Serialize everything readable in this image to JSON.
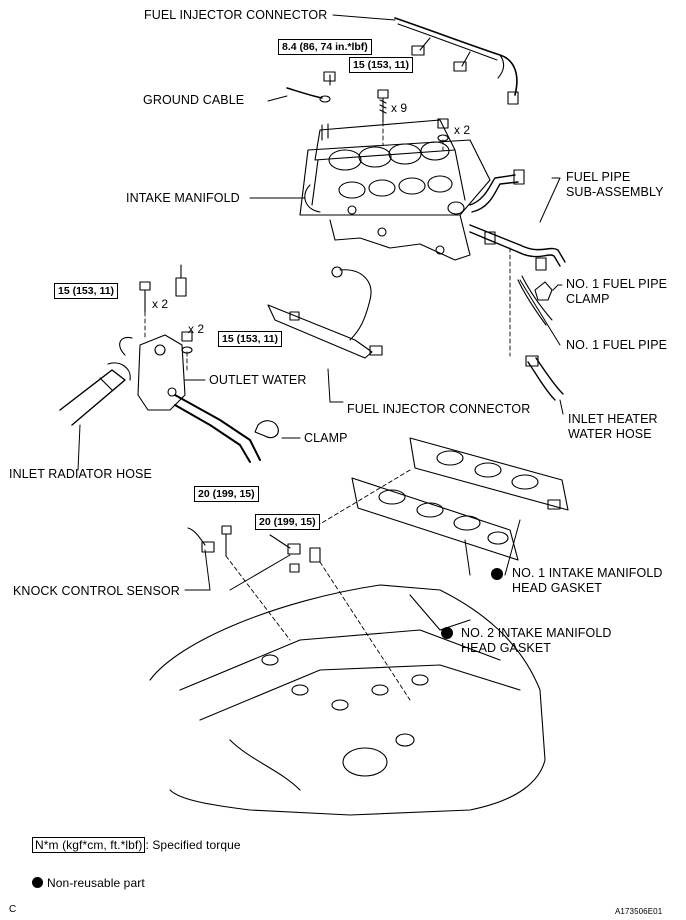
{
  "labels": {
    "fuel_injector_connector_top": "FUEL INJECTOR CONNECTOR",
    "ground_cable": "GROUND CABLE",
    "intake_manifold": "INTAKE MANIFOLD",
    "fuel_pipe_sub_1": "FUEL PIPE",
    "fuel_pipe_sub_2": "SUB-ASSEMBLY",
    "no1_fuel_pipe_clamp_1": "NO. 1 FUEL PIPE",
    "no1_fuel_pipe_clamp_2": "CLAMP",
    "no1_fuel_pipe": "NO. 1 FUEL PIPE",
    "outlet_water": "OUTLET WATER",
    "fuel_injector_connector_mid": "FUEL INJECTOR CONNECTOR",
    "inlet_heater_1": "INLET HEATER",
    "inlet_heater_2": "WATER HOSE",
    "clamp": "CLAMP",
    "inlet_radiator_hose": "INLET RADIATOR HOSE",
    "no1_gasket_1": "NO. 1 INTAKE MANIFOLD",
    "no1_gasket_2": "HEAD GASKET",
    "knock_control_sensor": "KNOCK CONTROL SENSOR",
    "no2_gasket_1": "NO. 2 INTAKE MANIFOLD",
    "no2_gasket_2": "HEAD GASKET"
  },
  "torques": {
    "ground_nut": "8.4 (86, 74 in.*lbf)",
    "manifold_bolt": "15 (153, 11)",
    "outlet_bolt": "15 (153, 11)",
    "outlet_nut": "15 (153, 11)",
    "knock_left": "20 (199, 15)",
    "knock_right": "20 (199, 15)"
  },
  "quantities": {
    "manifold_bolts": "x 9",
    "manifold_nuts": "x 2",
    "outlet_bolts": "x 2",
    "outlet_nuts": "x 2"
  },
  "legend": {
    "torque_box": "N*m (kgf*cm, ft.*lbf)",
    "torque_text": ": Specified torque",
    "nonreusable_text": "Non-reusable part"
  },
  "footer": {
    "left_letter": "C",
    "figure_code": "A173506E01"
  }
}
